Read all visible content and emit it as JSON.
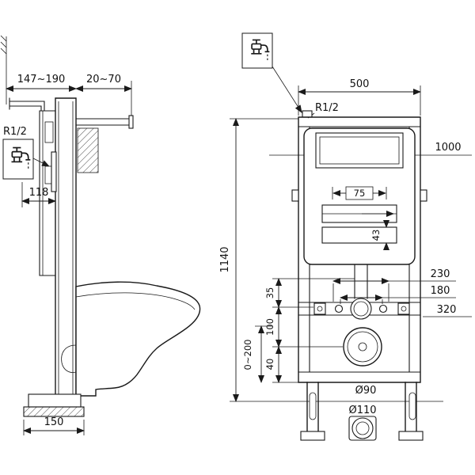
{
  "page": {
    "background": "#ffffff",
    "line_color": "#1a1a1a"
  },
  "icons": {
    "faucet": "water-supply-tap symbol shown in two small boxes"
  },
  "side_view": {
    "dim_depth_range": "147~190",
    "dim_wall_offset": "20~70",
    "water_inlet_label": "R1/2",
    "dim_cistern_depth": "118",
    "dim_base_depth": "150"
  },
  "front_view": {
    "dim_frame_width": "500",
    "water_inlet_label": "R1/2",
    "dim_frame_height": "1140",
    "dim_inlet_height": "1000",
    "dim_flush_opening_width": "75",
    "dim_valve_height": "43",
    "dim_stud_spacing_wide": "230",
    "dim_stud_spacing_narrow": "180",
    "dim_outlet_row_height": "320",
    "dim_gap_top": "35",
    "dim_gap_mid": "100",
    "dim_gap_bottom": "40",
    "dim_feet_adjust": "0~200",
    "drain_diameter_label": "Ø90",
    "floor_outlet_diameter_label": "Ø110"
  }
}
